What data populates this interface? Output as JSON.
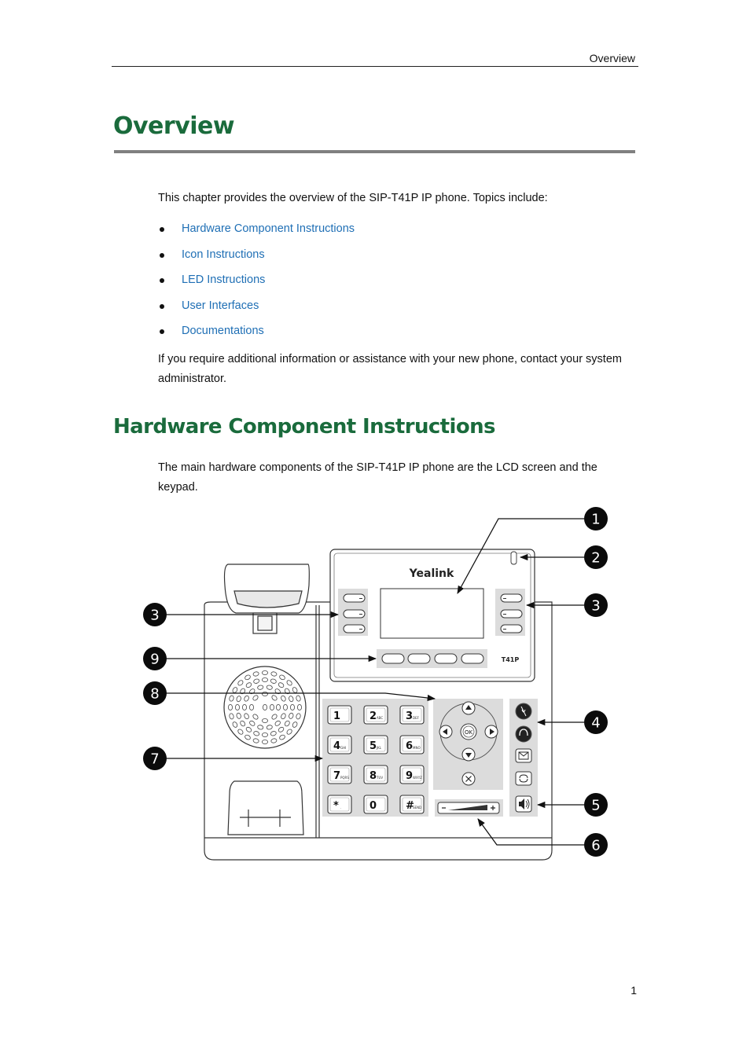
{
  "header": {
    "running_title": "Overview"
  },
  "chapter": {
    "title": "Overview",
    "intro": "This chapter provides the overview of the SIP-T41P IP phone. Topics include:",
    "topics": [
      "Hardware Component Instructions",
      "Icon Instructions",
      "LED Instructions",
      "User Interfaces",
      "Documentations"
    ],
    "support_note": "If you require additional information or assistance with your new phone, contact your system administrator."
  },
  "section": {
    "title": "Hardware Component Instructions",
    "body": "The main hardware components of the SIP-T41P IP phone are the LCD screen and the keypad."
  },
  "figure": {
    "brand": "Yealink",
    "model": "T41P",
    "ok_label": "OK",
    "keys": [
      {
        "digit": "1",
        "letters": ""
      },
      {
        "digit": "2",
        "letters": "ABC"
      },
      {
        "digit": "3",
        "letters": "DEF"
      },
      {
        "digit": "4",
        "letters": "GHI"
      },
      {
        "digit": "5",
        "letters": "JKL"
      },
      {
        "digit": "6",
        "letters": "MNO"
      },
      {
        "digit": "7",
        "letters": "PQRS"
      },
      {
        "digit": "8",
        "letters": "TUV"
      },
      {
        "digit": "9",
        "letters": "WXYZ"
      },
      {
        "digit": "*",
        "letters": "."
      },
      {
        "digit": "0",
        "letters": ""
      },
      {
        "digit": "#",
        "letters": "SEND"
      }
    ],
    "callouts": [
      "1",
      "2",
      "3",
      "3",
      "9",
      "8",
      "4",
      "7",
      "5",
      "6"
    ]
  },
  "footer": {
    "page_number": "1"
  }
}
